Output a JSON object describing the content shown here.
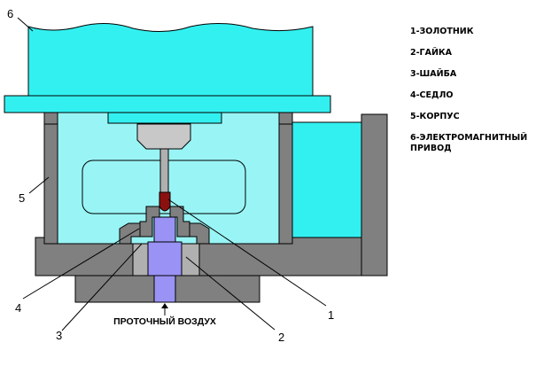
{
  "callouts": {
    "n1": "1",
    "n2": "2",
    "n3": "3",
    "n4": "4",
    "n5": "5",
    "n6": "6"
  },
  "flow_label": "ПРОТОЧНЫЙ ВОЗДУХ",
  "legend": [
    "1-ЗОЛОТНИК",
    "2-ГАЙКА",
    "3-ШАЙБА",
    "4-СЕДЛО",
    "5-КОРПУС",
    "6-ЭЛЕКТРОМАГНИТНЫЙ ПРИВОД"
  ],
  "colors": {
    "cyan": "#33f0f0",
    "cyan_light": "#99f5f5",
    "gray": "#808080",
    "gray_light": "#b0b0b0",
    "valve_blue": "#9a93f5",
    "spool_red": "#8b1010"
  }
}
